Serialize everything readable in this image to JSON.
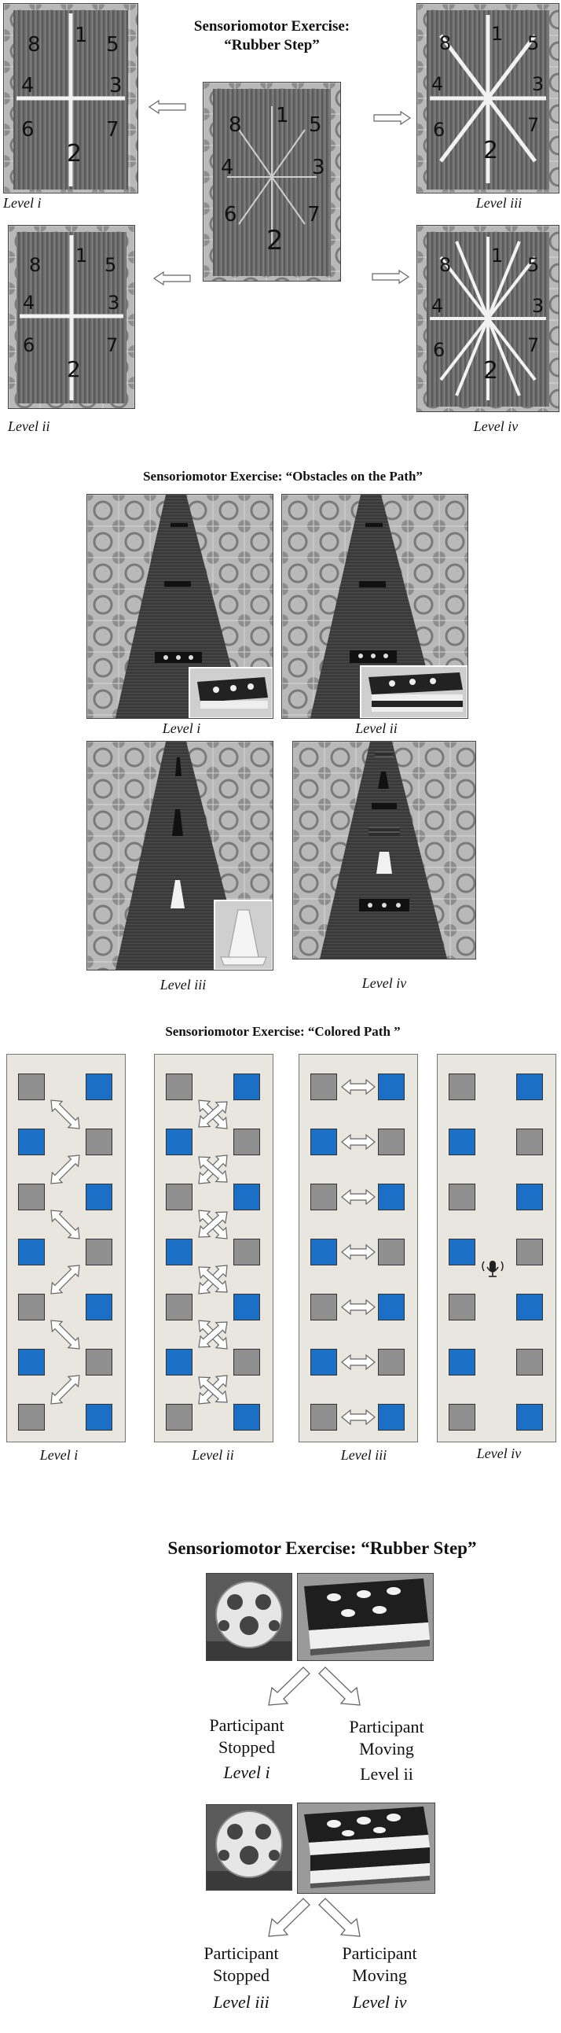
{
  "section1": {
    "title_line1": "Sensoriomotor Exercise:",
    "title_line2": "“Rubber Step”",
    "levels": [
      "Level i",
      "Level ii",
      "Level iii",
      "Level iv"
    ],
    "floor_numbers": [
      "8",
      "1",
      "5",
      "4",
      "3",
      "6",
      "7",
      "2"
    ]
  },
  "section2": {
    "title": "Sensoriomotor Exercise: “Obstacles on the Path”",
    "levels": [
      "Level i",
      "Level ii",
      "Level iii",
      "Level iv"
    ]
  },
  "section3": {
    "title": "Sensoriomotor Exercise: “Colored Path ”",
    "levels": [
      "Level i",
      "Level ii",
      "Level iii",
      "Level iv"
    ],
    "left_column": [
      "gray",
      "blue",
      "gray",
      "blue",
      "gray",
      "blue",
      "gray"
    ],
    "right_column": [
      "blue",
      "gray",
      "blue",
      "gray",
      "blue",
      "gray",
      "blue"
    ]
  },
  "section4": {
    "title": "Sensoriomotor Exercise: “Rubber Step”",
    "participant": "Participant",
    "stopped": "Stopped",
    "moving": "Moving",
    "levels": [
      "Level i",
      "Level ii",
      "Level iii",
      "Level iv"
    ]
  },
  "colors": {
    "blue_square": "#1b70c6",
    "gray_square": "#8f8f8f",
    "panel": "#e9e5df"
  }
}
